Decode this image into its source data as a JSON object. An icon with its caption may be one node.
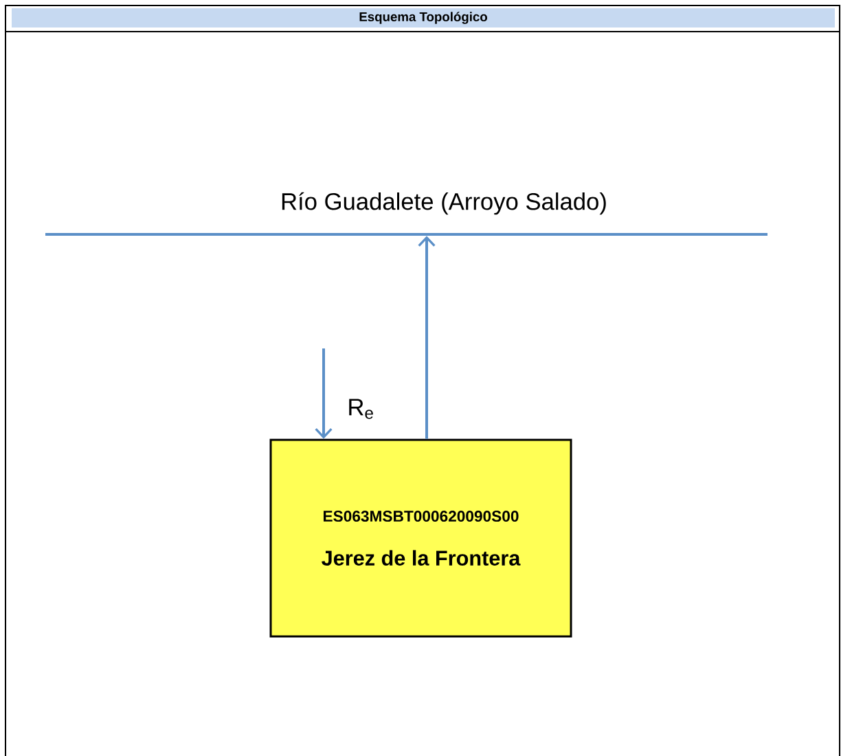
{
  "diagram": {
    "title": "Esquema Topológico",
    "nodes": [
      {
        "text": [
          "Río Guadalete (Arroyo Salado)"
        ]
      },
      {
        "text": [
          "ES063MSBT000620090S00",
          "Jerez de la Frontera"
        ]
      }
    ],
    "edges": [
      {
        "from": 1,
        "to": 0,
        "arrow": "to"
      },
      {
        "from": null,
        "to": 1,
        "arrow": "to",
        "label": "R$_{e}$"
      }
    ]
  }
}
